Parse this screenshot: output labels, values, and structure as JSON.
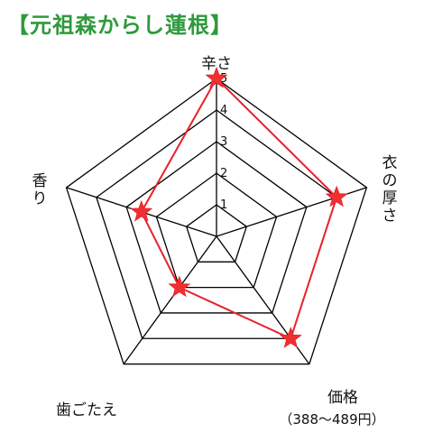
{
  "title": "【元祖森からし蓮根】",
  "chart_data": {
    "type": "radar",
    "title": "【元祖森からし蓮根】",
    "axes": [
      "辛さ",
      "衣の厚さ",
      "価格",
      "歯ごたえ",
      "香り"
    ],
    "axis_sublabels": {
      "価格": "（388～489円）"
    },
    "ticks": [
      "1",
      "2",
      "3",
      "4",
      "5"
    ],
    "range": [
      0,
      5
    ],
    "grid": true,
    "series": [
      {
        "values": [
          5,
          4,
          4,
          2,
          2.5
        ]
      }
    ],
    "colors": {
      "series": "#e8202a",
      "marker": "#f03030",
      "grid": "#000000"
    }
  }
}
